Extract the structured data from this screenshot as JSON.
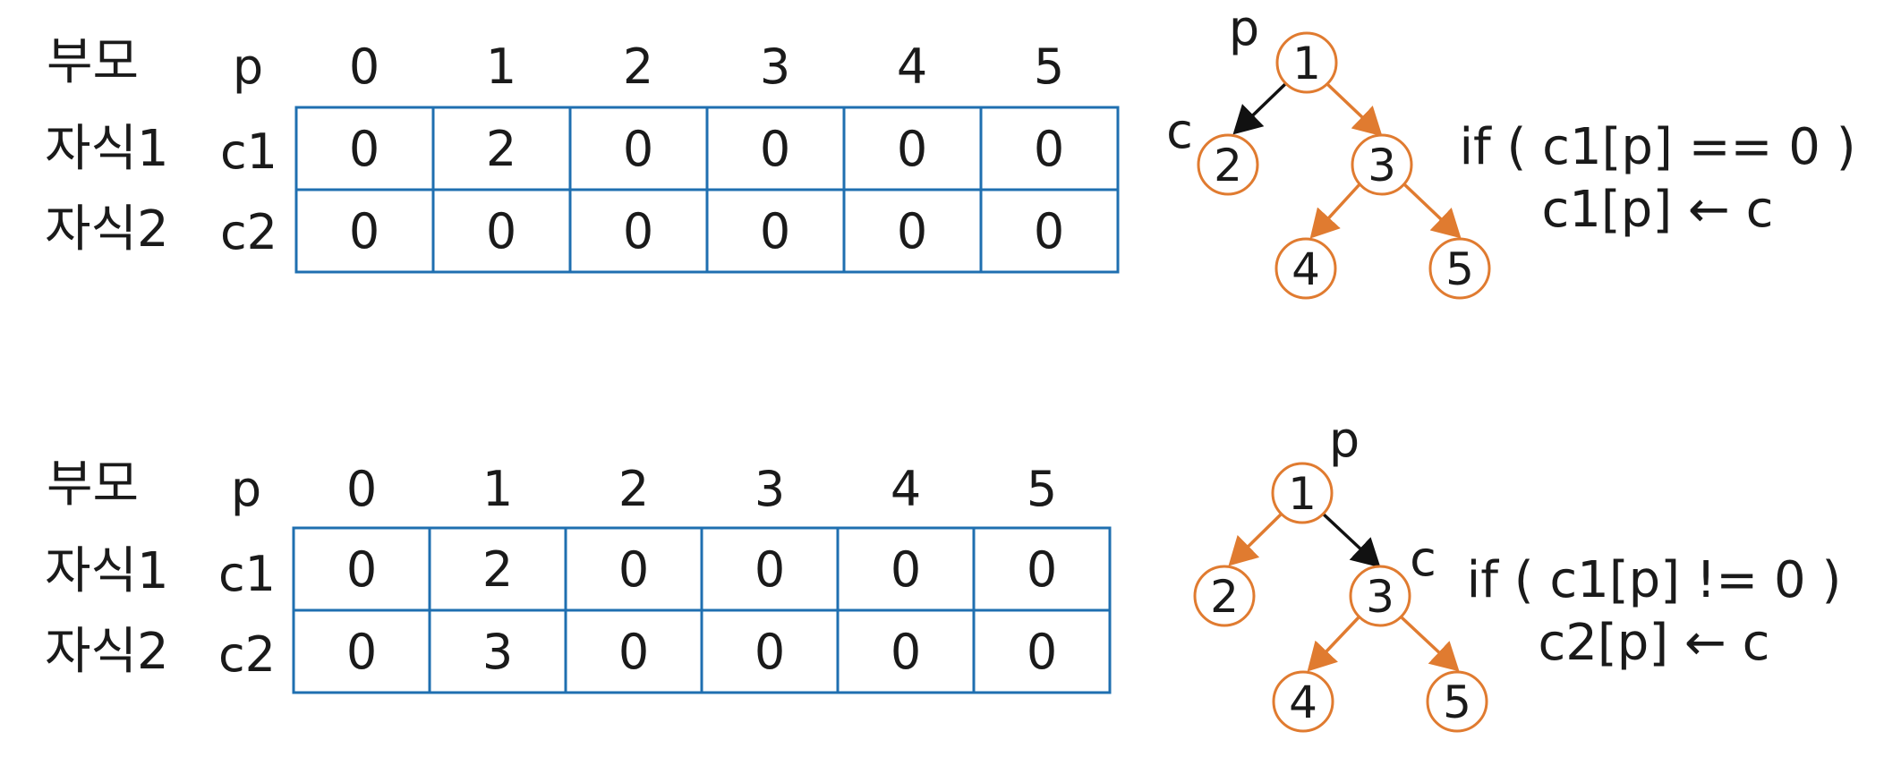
{
  "colors": {
    "table_border": "#1f6fb0",
    "tree_node": "#e07b30",
    "highlight_edge": "#111111",
    "text": "#1a1a1a"
  },
  "panels": [
    {
      "row_labels": {
        "parent": "부모",
        "child1": "자식1",
        "child2": "자식2"
      },
      "var_labels": {
        "parent": "p",
        "child1": "c1",
        "child2": "c2"
      },
      "indices": [
        "0",
        "1",
        "2",
        "3",
        "4",
        "5"
      ],
      "c1": [
        "0",
        "2",
        "0",
        "0",
        "0",
        "0"
      ],
      "c2": [
        "0",
        "0",
        "0",
        "0",
        "0",
        "0"
      ],
      "tree": {
        "nodes": [
          "1",
          "2",
          "3",
          "4",
          "5"
        ],
        "edges": [
          [
            "1",
            "2",
            "black"
          ],
          [
            "1",
            "3",
            "orange"
          ],
          [
            "3",
            "4",
            "orange"
          ],
          [
            "3",
            "5",
            "orange"
          ]
        ],
        "p_label": "p",
        "c_label": "c"
      },
      "code_line1": "if ( c1[p] == 0 )",
      "code_line2": "c1[p] ← c"
    },
    {
      "row_labels": {
        "parent": "부모",
        "child1": "자식1",
        "child2": "자식2"
      },
      "var_labels": {
        "parent": "p",
        "child1": "c1",
        "child2": "c2"
      },
      "indices": [
        "0",
        "1",
        "2",
        "3",
        "4",
        "5"
      ],
      "c1": [
        "0",
        "2",
        "0",
        "0",
        "0",
        "0"
      ],
      "c2": [
        "0",
        "3",
        "0",
        "0",
        "0",
        "0"
      ],
      "tree": {
        "nodes": [
          "1",
          "2",
          "3",
          "4",
          "5"
        ],
        "edges": [
          [
            "1",
            "2",
            "orange"
          ],
          [
            "1",
            "3",
            "black"
          ],
          [
            "3",
            "4",
            "orange"
          ],
          [
            "3",
            "5",
            "orange"
          ]
        ],
        "p_label": "p",
        "c_label": "c"
      },
      "code_line1": "if ( c1[p] != 0 )",
      "code_line2": "c2[p] ← c"
    }
  ]
}
